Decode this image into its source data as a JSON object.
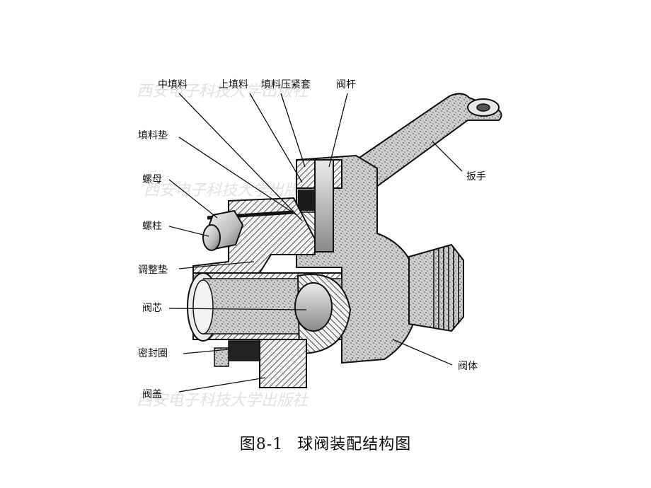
{
  "figure": {
    "labels": {
      "mid_packing": "中填料",
      "upper_packing": "上填料",
      "packing_gland": "填料压紧套",
      "stem": "阀杆",
      "packing_gasket": "填料垫",
      "nut": "螺母",
      "stud": "螺柱",
      "wrench": "扳手",
      "adjust_gasket": "调整垫",
      "ball": "阀芯",
      "seal_ring": "密封圈",
      "body": "阀体",
      "bonnet": "阀盖"
    },
    "watermark": "西安电子科技大学出版社"
  },
  "caption": {
    "number": "图8-1",
    "title": "球阀装配结构图"
  },
  "colors": {
    "ink": "#111111",
    "metal_light": "#f0f0f0",
    "metal_shade": "#bdbdbd",
    "hatch": "#333333",
    "watermark": "#e2e2e2"
  }
}
